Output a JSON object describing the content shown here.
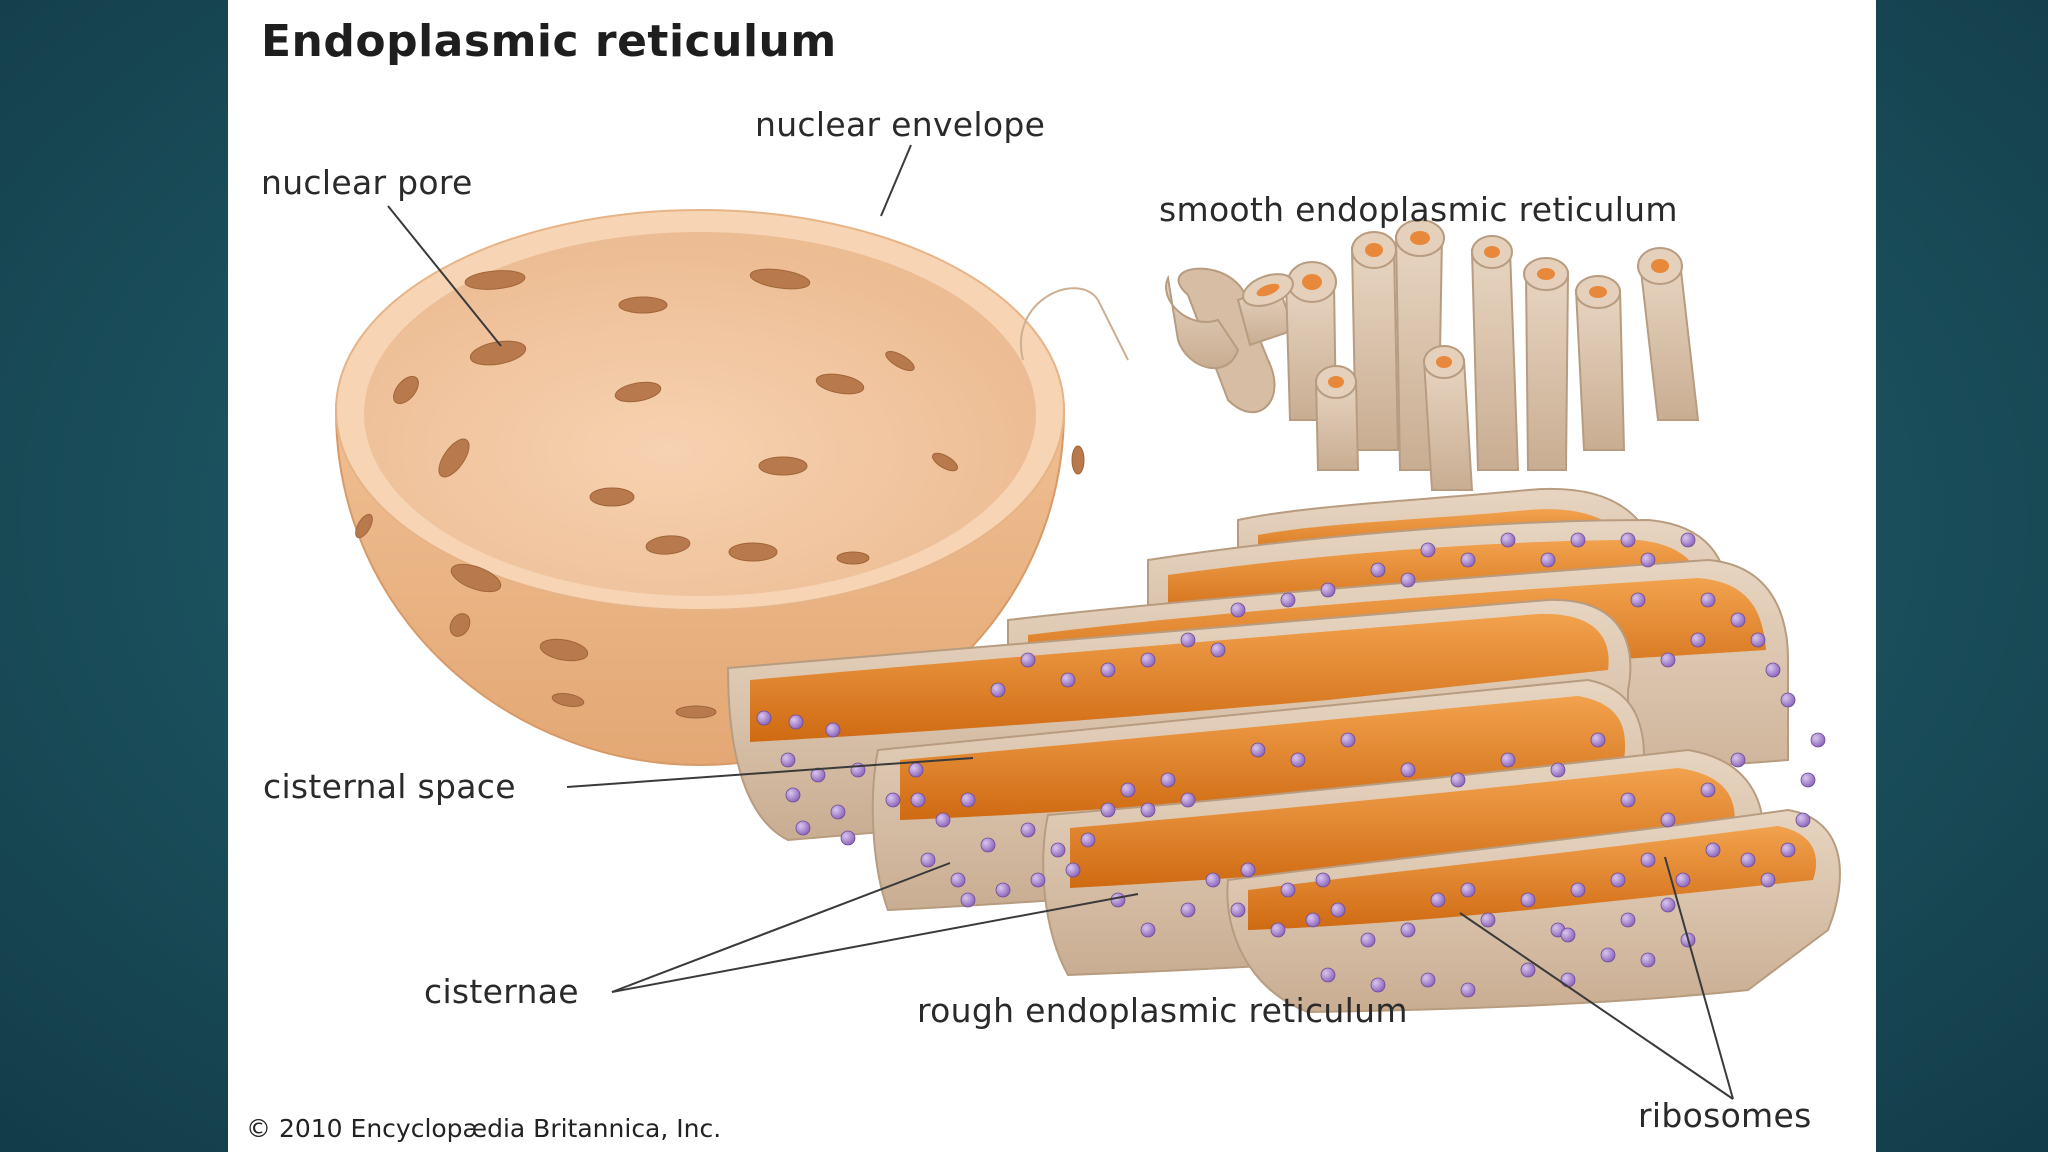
{
  "title": "Endoplasmic reticulum",
  "labels": {
    "nuclear_envelope": "nuclear envelope",
    "nuclear_pore": "nuclear pore",
    "smooth_er": "smooth endoplasmic reticulum",
    "cisternal_space": "cisternal space",
    "cisternae": "cisternae",
    "rough_er": "rough endoplasmic reticulum",
    "ribosomes": "ribosomes"
  },
  "credit": "© 2010 Encyclopædia Britannica, Inc.",
  "colors": {
    "background": "#1d5563",
    "nucleus": "#efbf95",
    "membrane": "#d9c3ab",
    "lumen": "#e07f22",
    "ribosome": "#9a78c2"
  }
}
